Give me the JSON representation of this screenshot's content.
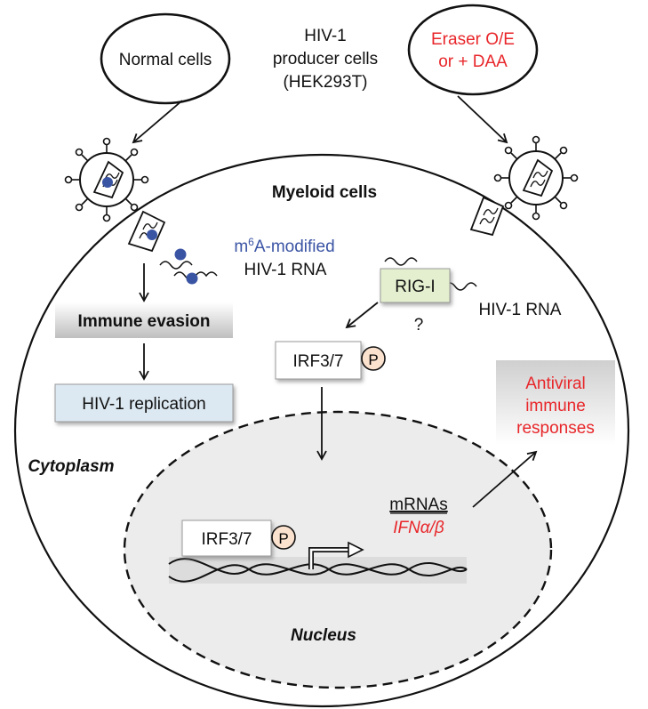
{
  "diagram": {
    "producer": {
      "line1": "HIV-1",
      "line2": "producer cells",
      "line3": "(HEK293T)"
    },
    "normal_cells": "Normal cells",
    "eraser": {
      "line1": "Eraser O/E",
      "line2": "or + DAA"
    },
    "myeloid": "Myeloid cells",
    "m6a": {
      "m": "m",
      "sup": "6",
      "rest": "A-modified",
      "line2": "HIV-1 RNA"
    },
    "immune_evasion": "Immune evasion",
    "hiv_replication": "HIV-1 replication",
    "rig_i": "RIG-I",
    "question": "?",
    "hiv_rna_right": "HIV-1 RNA",
    "irf_cyto": "IRF3/7",
    "irf_nuc": "IRF3/7",
    "phospho": "P",
    "antiviral": {
      "line1": "Antiviral",
      "line2": "immune",
      "line3": "responses"
    },
    "cytoplasm": "Cytoplasm",
    "nucleus": "Nucleus",
    "mrnas": "mRNAs",
    "ifn": "IFNα/β",
    "colors": {
      "red": "#e8262a",
      "blue": "#3a54a4",
      "green_box": "#e3efcf",
      "blue_box": "#dde9f2",
      "nucleus_fill": "#ececec",
      "phospho_fill": "#fbe2cf"
    }
  }
}
